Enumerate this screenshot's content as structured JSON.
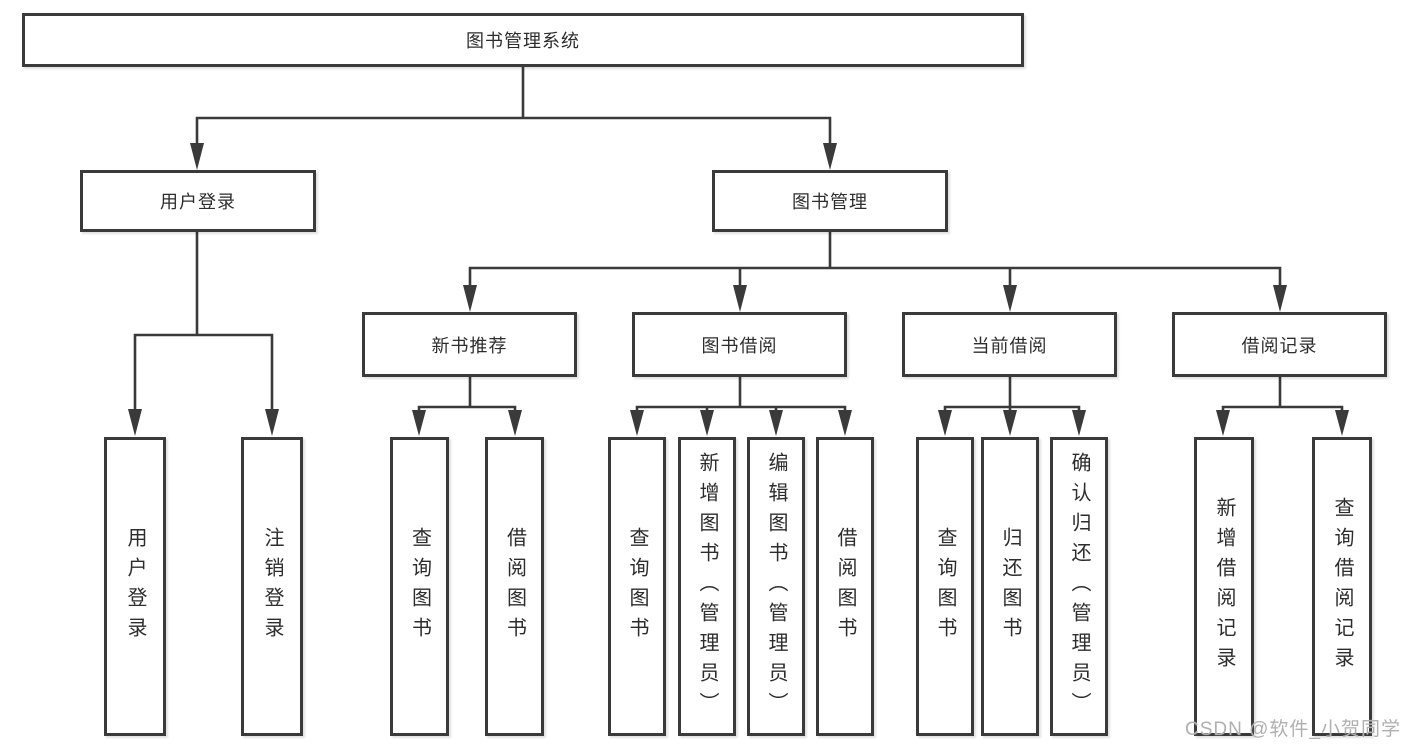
{
  "diagram": {
    "root_label": "图书管理系统",
    "branch_user": {
      "label": "用户登录",
      "leaves": [
        "用户登录",
        "注销登录"
      ]
    },
    "branch_books": {
      "label": "图书管理",
      "sections": {
        "recommend": {
          "label": "新书推荐",
          "leaves": [
            "查询图书",
            "借阅图书"
          ]
        },
        "borrow": {
          "label": "图书借阅",
          "leaves": [
            "查询图书",
            "新增图书（管理员）",
            "编辑图书（管理员）",
            "借阅图书"
          ]
        },
        "current": {
          "label": "当前借阅",
          "leaves": [
            "查询图书",
            "归还图书",
            "确认归还（管理员）"
          ]
        },
        "records": {
          "label": "借阅记录",
          "leaves": [
            "新增借阅记录",
            "查询借阅记录"
          ]
        }
      }
    }
  },
  "watermark": "CSDN @软件_小贺同学",
  "colors": {
    "line": "#3a3a3a",
    "text": "#2d2d2d",
    "watermark": "#b0b0b0",
    "background": "#ffffff"
  }
}
